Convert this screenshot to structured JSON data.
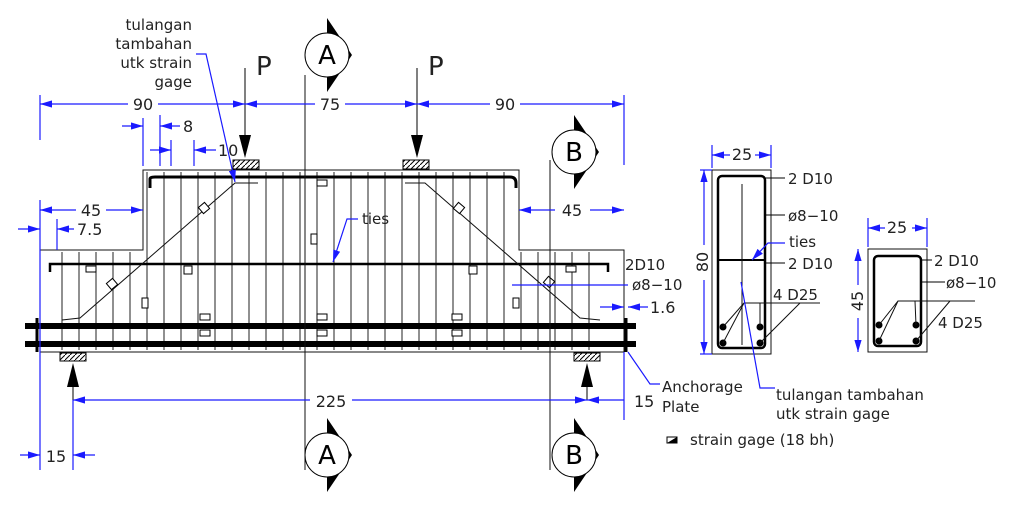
{
  "title_note": {
    "line1": "tulangan",
    "line2": "tambahan",
    "line3": "utk strain",
    "line4": "gage"
  },
  "loads": {
    "left": "P",
    "right": "P"
  },
  "sections": {
    "a_top": "A",
    "a_bottom": "A",
    "b_top": "B",
    "b_bottom": "B"
  },
  "dims": {
    "left_span": "90",
    "mid_span": "75",
    "right_span": "90",
    "tie_8": "8",
    "tie_10": "10",
    "left_45": "45",
    "left_7_5": "7.5",
    "right_45": "45",
    "total_225": "225",
    "left_15": "15",
    "right_15": "15",
    "cover_1_6": "1.6"
  },
  "labels": {
    "ties": "ties",
    "top_bar": "2D10",
    "stirrup": "ø8−10",
    "anchorage_1": "Anchorage",
    "anchorage_2": "Plate"
  },
  "section_a": {
    "width": "25",
    "height": "80",
    "top_bar": "2 D10",
    "stirrup": "ø8−10",
    "ties": "ties",
    "mid_bar": "2 D10",
    "bottom_bar": "4 D25",
    "note_1": "tulangan tambahan",
    "note_2": "utk strain gage"
  },
  "section_b": {
    "width": "25",
    "height": "45",
    "top_bar": "2 D10",
    "stirrup": "ø8−10",
    "bottom_bar": "4 D25"
  },
  "legend": {
    "label": "strain gage (18 bh)"
  }
}
